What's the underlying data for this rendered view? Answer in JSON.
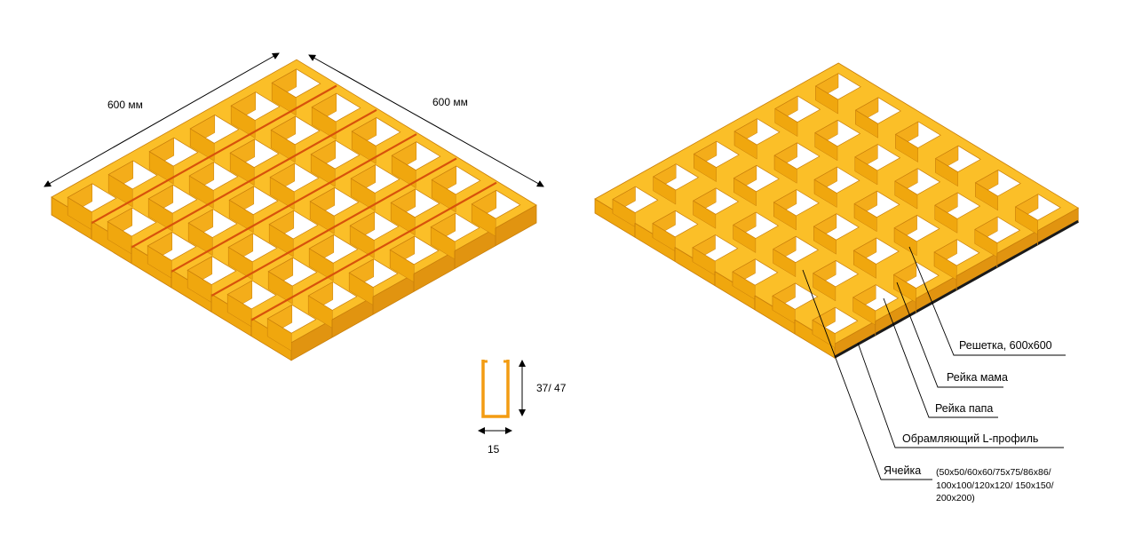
{
  "dimensions": {
    "length_left": "600 мм",
    "length_right": "600 мм"
  },
  "profile": {
    "height_label": "37/ 47",
    "width_label": "15"
  },
  "callouts": {
    "grid": "Решетка, 600х600",
    "rail_female": "Рейка мама",
    "rail_male": "Рейка папа",
    "frame": "Обрамляющий L-профиль",
    "cell": "Ячейка",
    "cell_sizes": [
      "(50х50/60х60/75х75/86х86/",
      "100х100/120х120/ 150х150/",
      "200х200)"
    ]
  },
  "grid": {
    "cells_per_side": 6
  },
  "colors": {
    "top": "#fbbf28",
    "shade": "#f0a70e",
    "wall_inner": "#f4ad1a",
    "wall_dark": "#e19410",
    "edge": "#c97f0a",
    "seam": "#d7520b",
    "black_edge": "#1a1a1a",
    "profile": "#f39c12"
  }
}
